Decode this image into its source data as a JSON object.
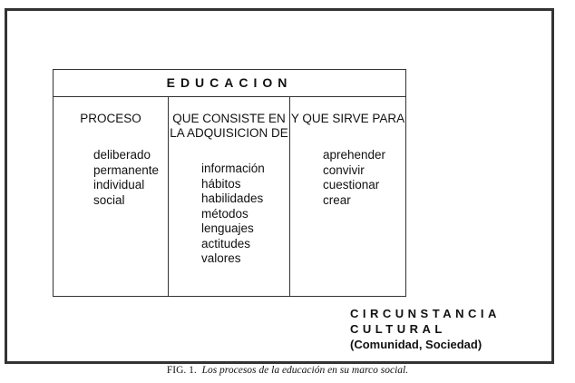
{
  "title": "EDUCACION",
  "columns": [
    {
      "header": "PROCESO",
      "items": [
        "deliberado",
        "permanente",
        "individual",
        "social"
      ]
    },
    {
      "header": "QUE CONSISTE EN LA ADQUISICION DE",
      "items": [
        "información",
        "hábitos",
        "habilidades",
        "métodos",
        "lenguajes",
        "actitudes",
        "valores"
      ]
    },
    {
      "header": "Y QUE SIRVE PARA",
      "items": [
        "aprehender",
        "convivir",
        "cuestionar",
        "crear"
      ]
    }
  ],
  "context": {
    "line1": "CIRCUNSTANCIA",
    "line2": "CULTURAL",
    "line3": "(Comunidad, Sociedad)"
  },
  "caption": {
    "label": "FIG. 1.",
    "text": "Los procesos de la educación en su marco social."
  }
}
